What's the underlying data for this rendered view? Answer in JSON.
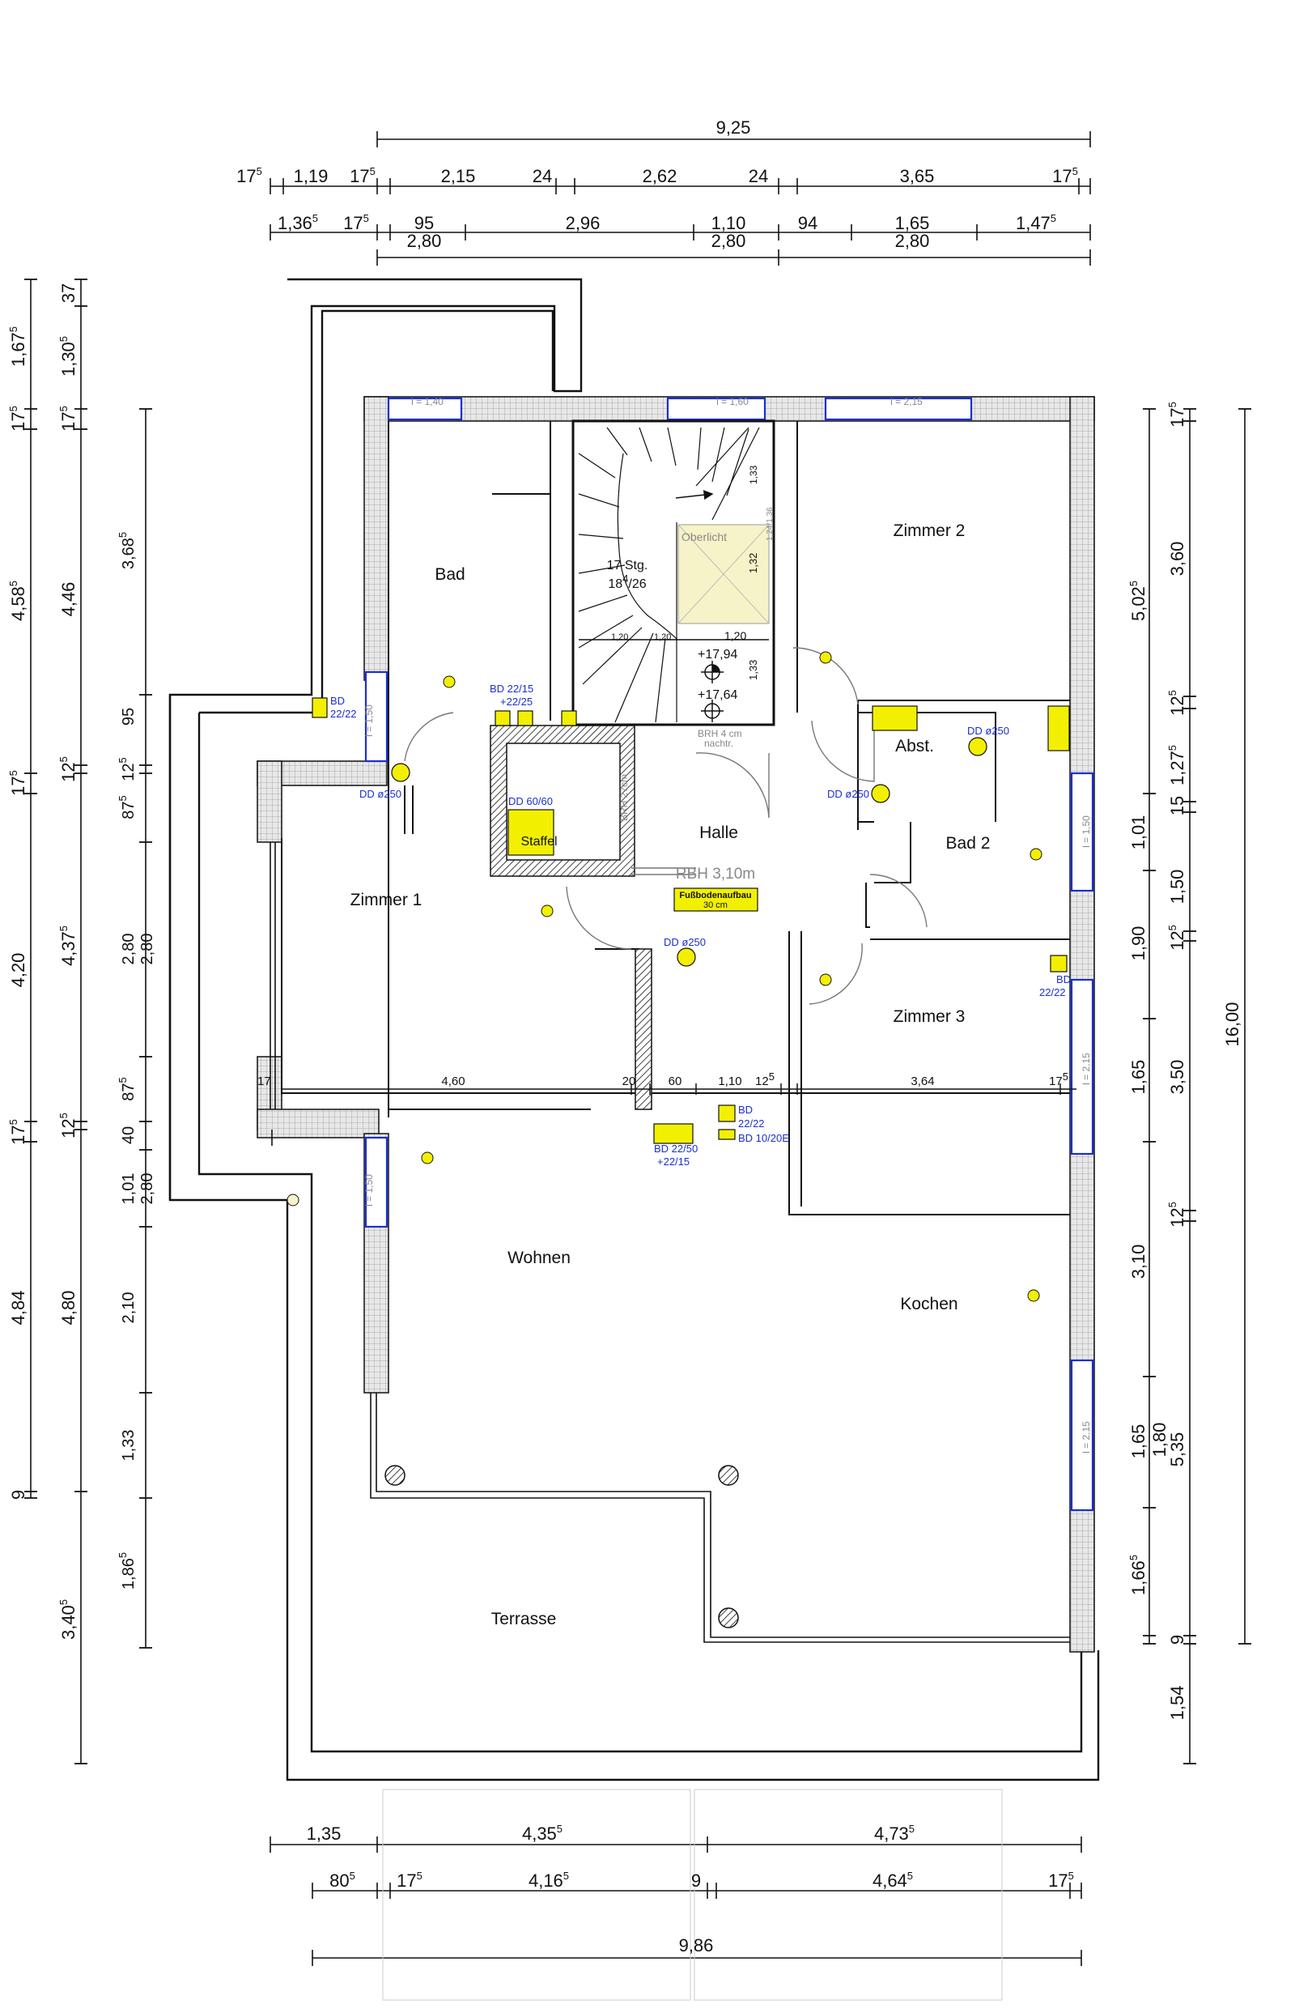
{
  "colors": {
    "wall_fill": "url-hatch",
    "window": "#1a2fd0",
    "fixture": "#f2f000",
    "stair_light": "#f6f3c8",
    "line": "#111111"
  },
  "dims_top": {
    "overall": "9,25",
    "row1": [
      {
        "t": "17",
        "s": "5"
      },
      {
        "t": "1,19",
        "s": ""
      },
      {
        "t": "17",
        "s": "5"
      },
      {
        "t": "2,15",
        "s": ""
      },
      {
        "t": "24",
        "s": ""
      },
      {
        "t": "2,62",
        "s": ""
      },
      {
        "t": "24",
        "s": ""
      },
      {
        "t": "3,65",
        "s": ""
      },
      {
        "t": "17",
        "s": "5"
      }
    ],
    "row2": [
      {
        "t": "1,36",
        "s": "5"
      },
      {
        "t": "17",
        "s": "5"
      },
      {
        "t": "95",
        "s": ""
      },
      {
        "t": "2,96",
        "s": ""
      },
      {
        "t": "1,10",
        "s": ""
      },
      {
        "t": "94",
        "s": ""
      },
      {
        "t": "1,65",
        "s": ""
      },
      {
        "t": "1,47",
        "s": "5"
      }
    ],
    "row2b": [
      "2,80",
      "2,80",
      "2,80"
    ]
  },
  "dims_bottom": {
    "row1": [
      {
        "t": "1,35",
        "s": ""
      },
      {
        "t": "4,35",
        "s": "5"
      },
      {
        "t": "4,73",
        "s": "5"
      }
    ],
    "row2": [
      {
        "t": "80",
        "s": "5"
      },
      {
        "t": "17",
        "s": "5"
      },
      {
        "t": "4,16",
        "s": "5"
      },
      {
        "t": "9",
        "s": ""
      },
      {
        "t": "4,64",
        "s": "5"
      },
      {
        "t": "17",
        "s": "5"
      }
    ],
    "overall": "9,86"
  },
  "dims_left": {
    "c1": [
      {
        "t": "1,67",
        "s": "5"
      },
      {
        "t": "17",
        "s": "5"
      },
      {
        "t": "4,58",
        "s": "5"
      },
      {
        "t": "17",
        "s": "5"
      },
      {
        "t": "4,20",
        "s": ""
      },
      {
        "t": "17",
        "s": "5"
      },
      {
        "t": "4,84",
        "s": ""
      },
      {
        "t": "9",
        "s": ""
      }
    ],
    "c2": [
      {
        "t": "37",
        "s": ""
      },
      {
        "t": "1,30",
        "s": "5"
      },
      {
        "t": "17",
        "s": "5"
      },
      {
        "t": "4,46",
        "s": ""
      },
      {
        "t": "12",
        "s": "5"
      },
      {
        "t": "4,37",
        "s": "5"
      },
      {
        "t": "12",
        "s": "5"
      },
      {
        "t": "4,80",
        "s": ""
      },
      {
        "t": "3,40",
        "s": "5"
      }
    ],
    "c3": [
      {
        "t": "3,68",
        "s": "5"
      },
      {
        "t": "95",
        "s": ""
      },
      {
        "t": "12",
        "s": "5"
      },
      {
        "t": "87",
        "s": "5"
      },
      {
        "t": "2,80",
        "s": ""
      },
      {
        "t": "87",
        "s": "5"
      },
      {
        "t": "40",
        "s": ""
      },
      {
        "t": "1,01",
        "s": ""
      },
      {
        "t": "2,10",
        "s": ""
      },
      {
        "t": "1,33",
        "s": ""
      },
      {
        "t": "1,86",
        "s": "5"
      }
    ],
    "c3b": [
      "2,80",
      "2,80"
    ]
  },
  "dims_right": {
    "c1": [
      {
        "t": "5,02",
        "s": "5"
      },
      {
        "t": "1,01",
        "s": ""
      },
      {
        "t": "1,90",
        "s": ""
      },
      {
        "t": "1,65",
        "s": ""
      },
      {
        "t": "3,10",
        "s": ""
      },
      {
        "t": "1,65",
        "s": ""
      },
      {
        "t": "1,66",
        "s": "5"
      }
    ],
    "c2": [
      {
        "t": "17",
        "s": "5"
      },
      {
        "t": "3,60",
        "s": ""
      },
      {
        "t": "12",
        "s": "5"
      },
      {
        "t": "1,27",
        "s": "5"
      },
      {
        "t": "15",
        "s": ""
      },
      {
        "t": "1,50",
        "s": ""
      },
      {
        "t": "12",
        "s": "5"
      },
      {
        "t": "3,50",
        "s": ""
      },
      {
        "t": "12",
        "s": "5"
      },
      {
        "t": "5,35",
        "s": ""
      },
      {
        "t": "9",
        "s": ""
      },
      {
        "t": "1,54",
        "s": ""
      },
      {
        "t": "1,80",
        "s": ""
      }
    ],
    "overall": "16,00"
  },
  "rooms": {
    "bad": "Bad",
    "zimmer2": "Zimmer 2",
    "halle": "Halle",
    "abst": "Abst.",
    "bad2": "Bad 2",
    "zimmer1": "Zimmer 1",
    "zimmer3": "Zimmer 3",
    "wohnen": "Wohnen",
    "kochen": "Kochen",
    "terrasse": "Terrasse",
    "staffel": "Staffel"
  },
  "stair": {
    "steps": "17 Stg.",
    "ratio": "18",
    "ratio_sup": "4",
    "ratio_tail": "/26",
    "oberlicht": "Oberlicht",
    "ober_dim": "1,32",
    "ober_dim2": "1,33",
    "w1": "1,20",
    "w2": "1,20",
    "lev1": "+17,94",
    "lev2": "+17,64",
    "brh1": "BRH 4 cm",
    "brh2": "nachtr.",
    "side1": "1,33",
    "small1": "1,20",
    "small2": "1,24/1,36"
  },
  "labels": {
    "rbh": "RBH 3,10m",
    "floor1": "Fußbodenaufbau",
    "floor2": "30 cm",
    "dd6060": "DD 60/60",
    "brh27": "BRH 27cm",
    "bd2215a": "BD 22/15",
    "bd2215b": "+22/25",
    "bd_l1": "BD",
    "bd_l2": "22/22",
    "dd250a": "DD ø250",
    "dd250b": "DD ø250",
    "dd250c": "DD ø250",
    "dd250d": "DD ø250",
    "bd_r1": "BD",
    "bd_r2": "22/22",
    "bd_c1": "BD",
    "bd_c2": "22/22",
    "bd2250a": "BD 22/50",
    "bd2250b": "+22/15",
    "bd1020": "BD 10/20E",
    "win1": "l = 1,40",
    "win2": "l = 1,60",
    "win3": "l = 2,15",
    "win4": "l = 1,50",
    "win5": "l = 1,50",
    "win6": "l = 1,50",
    "win7": "l = 2,15",
    "win8": "l = 2,15"
  },
  "inner_dims": {
    "a": "17",
    "b": "4,60",
    "c": "20",
    "d": "60",
    "e": "1,10",
    "f": "12",
    "f_sup": "5",
    "g": "3,64",
    "h": "17",
    "h_sup": "5"
  }
}
